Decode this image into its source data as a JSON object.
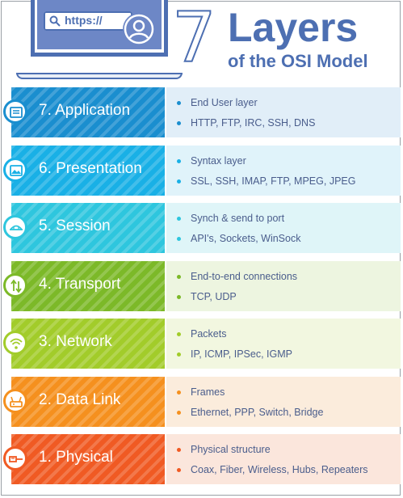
{
  "header": {
    "url_text": "https://",
    "seven": "7",
    "title": "Layers",
    "subtitle": "of the OSI Model"
  },
  "colors": {
    "brand": "#4d6fb2"
  },
  "layers": [
    {
      "label": "7. Application",
      "icon": "window-icon",
      "color": "#1a8ecf",
      "panel": "#e1eef8",
      "lines": [
        "End User layer",
        "HTTP, FTP, IRC, SSH, DNS"
      ]
    },
    {
      "label": "6. Presentation",
      "icon": "image-icon",
      "color": "#19b0e6",
      "panel": "#e0f3fa",
      "lines": [
        "Syntax layer",
        "SSL, SSH, IMAP, FTP, MPEG, JPEG"
      ]
    },
    {
      "label": "5. Session",
      "icon": "bridge-icon",
      "color": "#2ec6de",
      "panel": "#dff5f8",
      "lines": [
        "Synch & send to port",
        "API's, Sockets, WinSock"
      ]
    },
    {
      "label": "4. Transport",
      "icon": "transfer-arrows-icon",
      "color": "#7cb928",
      "panel": "#edf5e0",
      "lines": [
        "End-to-end connections",
        "TCP, UDP"
      ]
    },
    {
      "label": "3. Network",
      "icon": "wifi-icon",
      "color": "#a2cc2a",
      "panel": "#f2f7e0",
      "lines": [
        "Packets",
        "IP, ICMP, IPSec, IGMP"
      ]
    },
    {
      "label": "2. Data Link",
      "icon": "router-icon",
      "color": "#f5901e",
      "panel": "#fbecdc",
      "lines": [
        "Frames",
        "Ethernet, PPP, Switch, Bridge"
      ]
    },
    {
      "label": "1. Physical",
      "icon": "cable-icon",
      "color": "#f05a23",
      "panel": "#fbe6dc",
      "lines": [
        "Physical structure",
        "Coax, Fiber, Wireless, Hubs, Repeaters"
      ]
    }
  ]
}
